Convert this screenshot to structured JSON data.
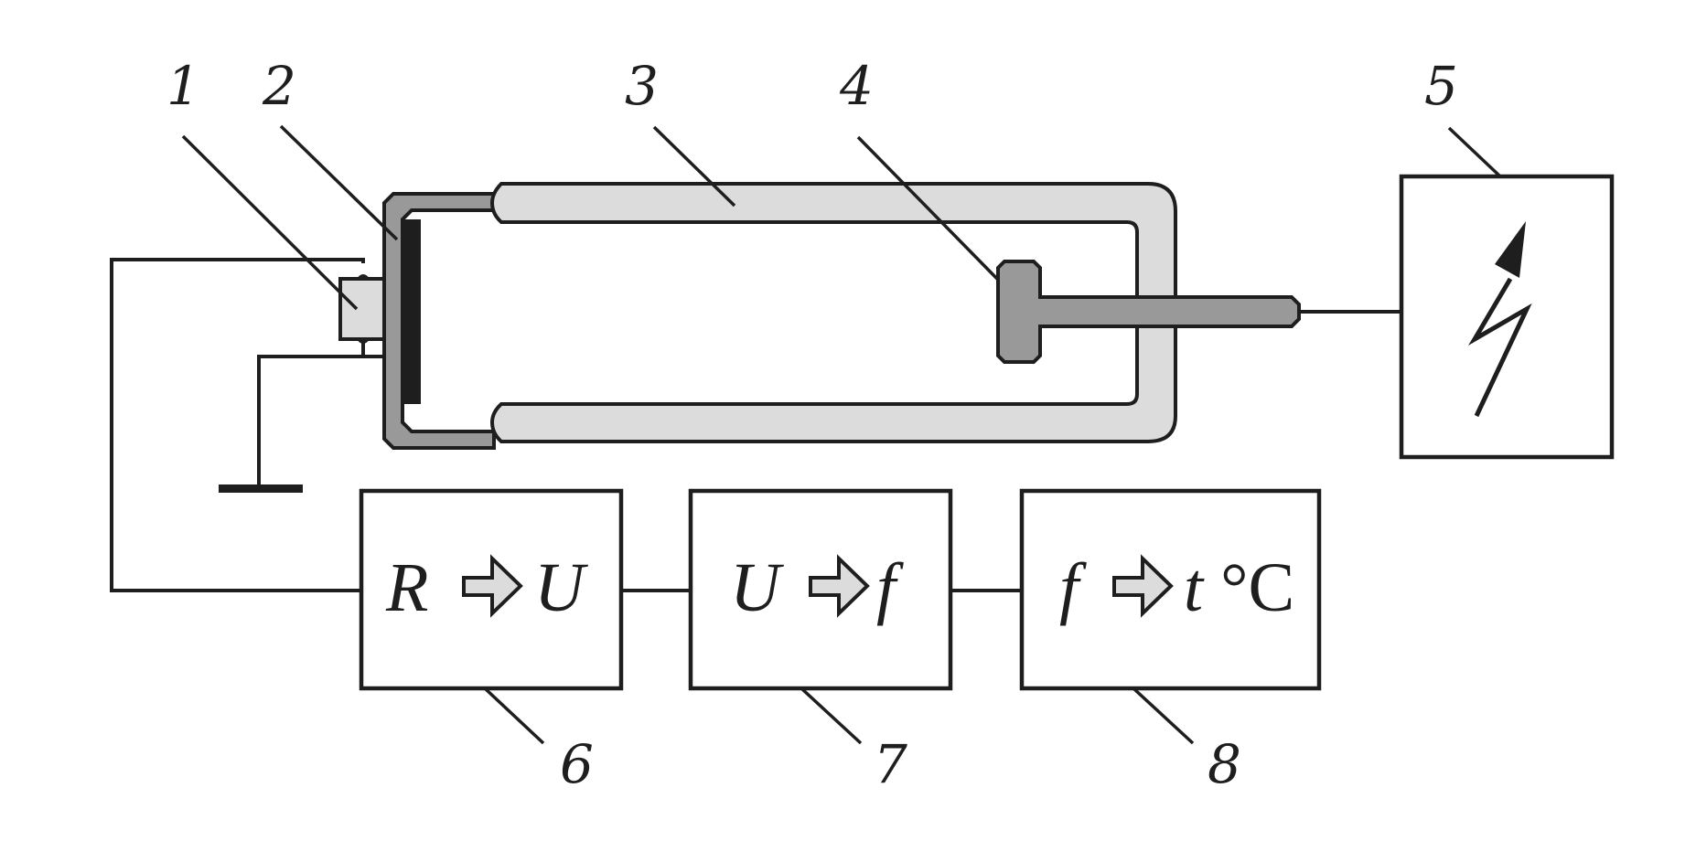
{
  "diagram": {
    "title": "",
    "colors": {
      "line": "#1e1e1e",
      "light_fill": "#dcdcdc",
      "mid_fill": "#999999",
      "dark_fill": "#1e1e1e",
      "background": "#ffffff"
    },
    "callouts": [
      {
        "id": "1",
        "label": "1",
        "target": "sensor"
      },
      {
        "id": "2",
        "label": "2",
        "target": "plate"
      },
      {
        "id": "3",
        "label": "3",
        "target": "tube"
      },
      {
        "id": "4",
        "label": "4",
        "target": "electrode"
      },
      {
        "id": "5",
        "label": "5",
        "target": "power-supply"
      },
      {
        "id": "6",
        "label": "6",
        "target": "block-r-to-u"
      },
      {
        "id": "7",
        "label": "7",
        "target": "block-u-to-f"
      },
      {
        "id": "8",
        "label": "8",
        "target": "block-f-to-t"
      }
    ],
    "blocks": [
      {
        "id": "6",
        "from": "R",
        "to": "U",
        "to_suffix": ""
      },
      {
        "id": "7",
        "from": "U",
        "to": "f",
        "to_suffix": ""
      },
      {
        "id": "8",
        "from": "f",
        "to": "t",
        "to_suffix": " °C"
      }
    ],
    "power_supply_icon": "lightning-arrow-icon",
    "ground_icon": "ground-icon",
    "conversion_arrow_icon": "hollow-right-arrow-icon"
  }
}
